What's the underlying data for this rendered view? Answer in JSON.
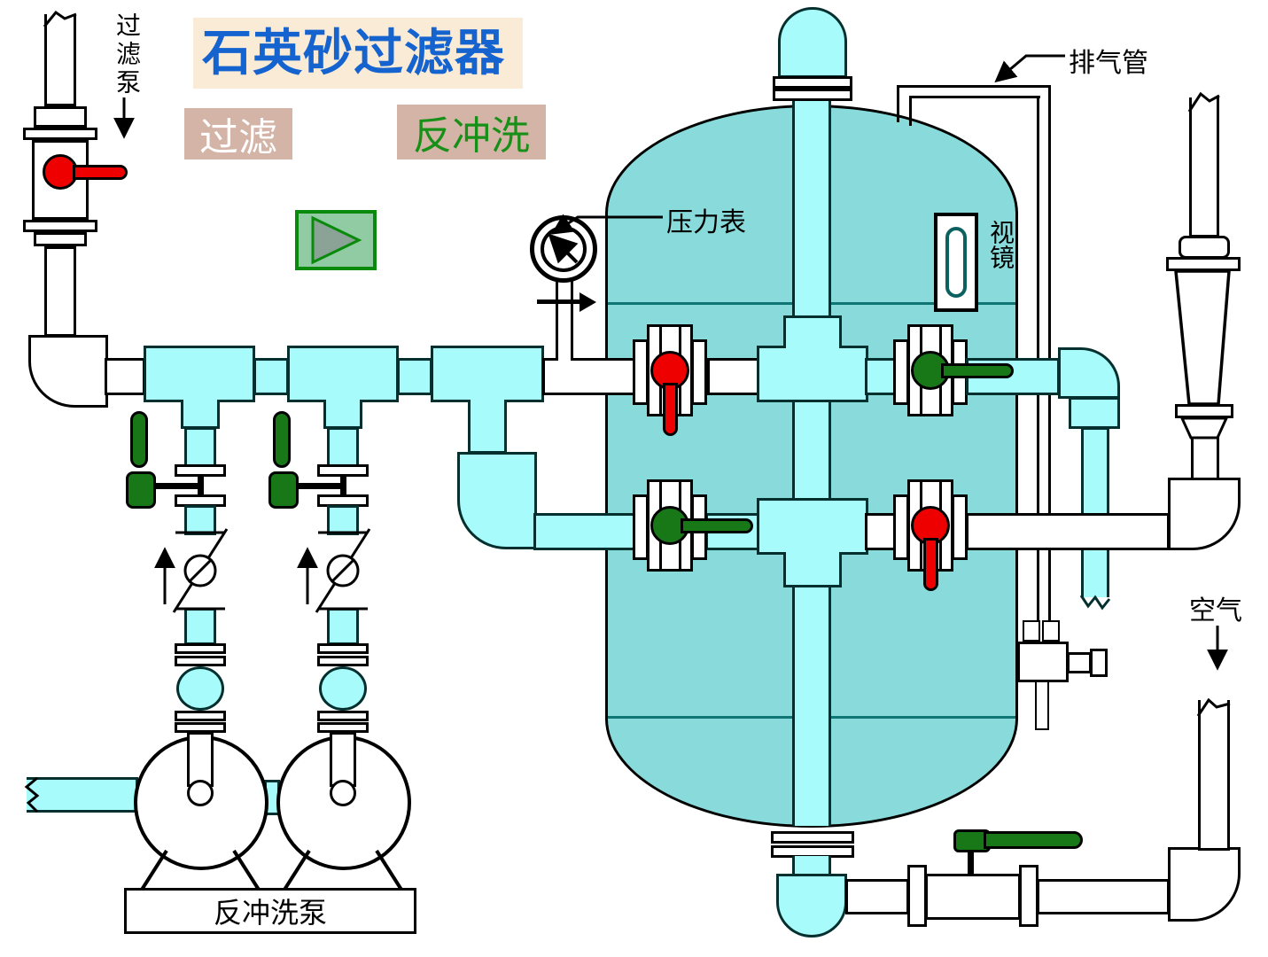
{
  "title": "石英砂过滤器",
  "mode_buttons": {
    "filter": "过滤",
    "backwash": "反冲洗"
  },
  "play_button": {
    "icon": "play-triangle"
  },
  "annotations": {
    "filter_pump": "过滤泵",
    "exhaust_pipe": "排气管",
    "pressure_gauge": "压力表",
    "sight_glass": "视镜",
    "air": "空气",
    "backwash_pump": "反冲洗泵"
  },
  "equipment": {
    "tank": {
      "name": "quartz-sand-filter-vessel",
      "seam_count": 2
    },
    "pumps": [
      {
        "id": "backwash-pump-1"
      },
      {
        "id": "backwash-pump-2"
      }
    ],
    "valves": [
      {
        "id": "inlet-valve",
        "color": "red",
        "handle": "right"
      },
      {
        "id": "tank-upper-left-valve",
        "color": "red",
        "handle": "down"
      },
      {
        "id": "tank-upper-right-valve",
        "color": "green",
        "handle": "right"
      },
      {
        "id": "tank-lower-left-valve",
        "color": "green",
        "handle": "right"
      },
      {
        "id": "tank-lower-right-valve",
        "color": "red",
        "handle": "down"
      },
      {
        "id": "branch-valve-1",
        "color": "green",
        "handle": "up"
      },
      {
        "id": "branch-valve-2",
        "color": "green",
        "handle": "up"
      },
      {
        "id": "drain-valve",
        "color": "green",
        "handle": "right"
      }
    ],
    "check_valves": [
      {
        "id": "check-valve-1"
      },
      {
        "id": "check-valve-2"
      }
    ],
    "gauge": {
      "id": "pressure-gauge",
      "needle": "upper-left"
    }
  },
  "colors": {
    "tank": "#89DBDB",
    "pipe": "#A8FBFB",
    "red": "#EE0000",
    "green": "#187818",
    "blue": "#1563CF",
    "titlebg": "#FAEBD7",
    "modebg": "#D3B4A6",
    "modegreen": "#189018",
    "playbg": "#90CBA4",
    "playborder": "#0A8A0A",
    "playtri": "#8AA396",
    "seam": "#0F7474"
  }
}
